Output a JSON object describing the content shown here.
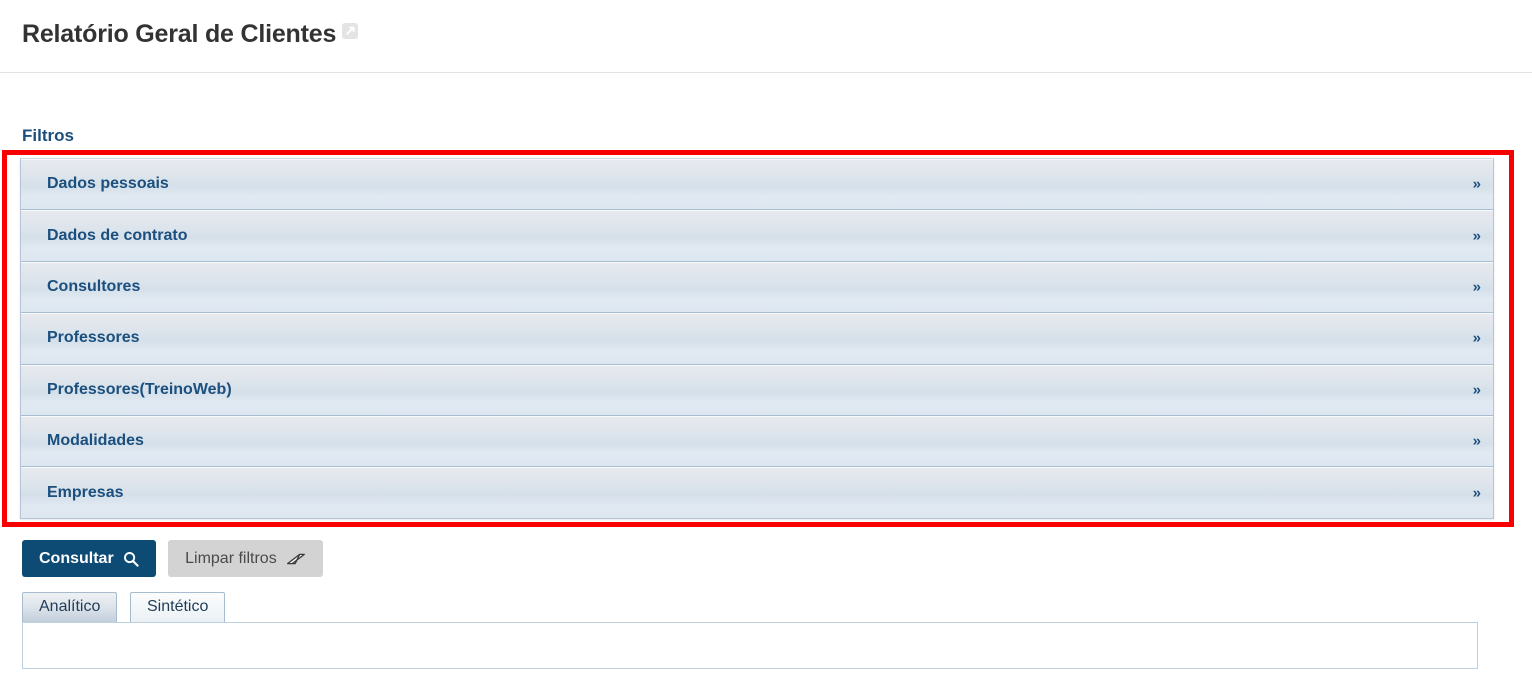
{
  "header": {
    "title": "Relatório Geral de Clientes",
    "external_link_icon": "external-link-icon"
  },
  "filters": {
    "label": "Filtros",
    "highlight_color": "#f90000",
    "accent_color": "#1b4f7e",
    "chevron_glyph": "»",
    "sections": [
      {
        "label": "Dados pessoais"
      },
      {
        "label": "Dados de contrato"
      },
      {
        "label": "Consultores"
      },
      {
        "label": "Professores"
      },
      {
        "label": "Professores(TreinoWeb)"
      },
      {
        "label": "Modalidades"
      },
      {
        "label": "Empresas"
      }
    ]
  },
  "actions": {
    "consult_label": "Consultar",
    "consult_icon": "search-icon",
    "consult_color": "#0d4b75",
    "clear_label": "Limpar filtros",
    "clear_icon": "eraser-icon",
    "clear_color": "#d3d3d3"
  },
  "tabs": {
    "items": [
      {
        "label": "Analítico",
        "active": false
      },
      {
        "label": "Sintético",
        "active": true
      }
    ],
    "panel_content": ""
  }
}
